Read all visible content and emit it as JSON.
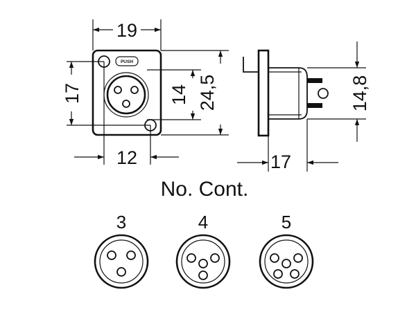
{
  "front_view": {
    "push_label": "PUSH",
    "dim_width": "19",
    "dim_hole_vertical": "17",
    "dim_inner_height": "14",
    "dim_overall_height": "24,5",
    "dim_hole_horizontal": "12"
  },
  "side_view": {
    "dim_depth": "17",
    "dim_body_height": "14,8"
  },
  "contacts": {
    "heading": "No. Cont.",
    "items": [
      {
        "label": "3",
        "pins": 3
      },
      {
        "label": "4",
        "pins": 4
      },
      {
        "label": "5",
        "pins": 5
      }
    ]
  }
}
